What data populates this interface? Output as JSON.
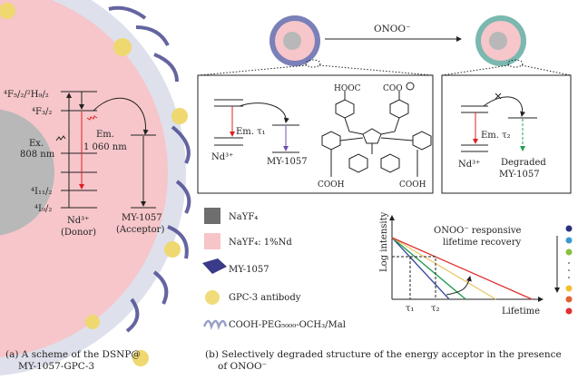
{
  "panel_a": {
    "levels": {
      "f52": "⁴F₅/₂/²H₉/₂",
      "f32": "⁴F₃/₂",
      "i112": "⁴I₁₁/₂",
      "i92": "⁴I₉/₂"
    },
    "ex_label": "Ex.",
    "ex_wavelength": "808 nm",
    "em_label": "Em.",
    "em_wavelength": "1 060 nm",
    "donor_ion": "Nd³⁺",
    "donor_role": "(Donor)",
    "acceptor_name": "MY-1057",
    "acceptor_role": "(Acceptor)",
    "caption_line1": "(a) A scheme of the DSNP@",
    "caption_line2": "MY-1057-GPC-3"
  },
  "panel_b": {
    "reaction_label": "ONOO⁻",
    "box1": {
      "em_label": "Em. τ₁",
      "donor": "Nd³⁺",
      "acceptor": "MY-1057",
      "hooc": "HOOC",
      "coo": "COO",
      "cooh1": "COOH",
      "cooh2": "COOH"
    },
    "box2": {
      "em_label": "Em. τ₂",
      "donor": "Nd³⁺",
      "acceptor_line1": "Degraded",
      "acceptor_line2": "MY-1057"
    },
    "legend": [
      {
        "label": "NaYF₄",
        "color": "#6e6e6e"
      },
      {
        "label": "NaYF₄: 1%Nd",
        "color": "#f7c4c8"
      },
      {
        "label": "MY-1057",
        "color": "#3a3a8a"
      },
      {
        "label": "GPC-3 antibody",
        "color": "#f0dc7a"
      },
      {
        "label": "COOH-PEG₅₀₀₀-OCH₃/Mal",
        "color": "#9aa0c8"
      }
    ],
    "caption_line1": "(b) Selectively degraded structure of the energy acceptor in the presence",
    "caption_line2": "of ONOO⁻"
  },
  "chart_data": {
    "type": "line",
    "title": "ONOO⁻ responsive lifetime recovery",
    "annotation_line1": "ONOO⁻ responsive",
    "annotation_line2": "lifetime recovery",
    "xlabel": "Lifetime",
    "ylabel": "Log intensity",
    "x_ticks": [
      "τ₁",
      "τ₂"
    ],
    "series": [
      {
        "name": "blue",
        "color": "#3b4aa0",
        "x_intercept": 0.38
      },
      {
        "name": "green",
        "color": "#1a9a4a",
        "x_intercept": 0.49
      },
      {
        "name": "yellow",
        "color": "#e8c86a",
        "x_intercept": 0.69
      },
      {
        "name": "red",
        "color": "#e03030",
        "x_intercept": 0.93
      }
    ],
    "dots": [
      "#2a2f80",
      "#3a9ad0",
      "#8ac040",
      "#f0c030",
      "#e06030",
      "#e03030"
    ]
  }
}
